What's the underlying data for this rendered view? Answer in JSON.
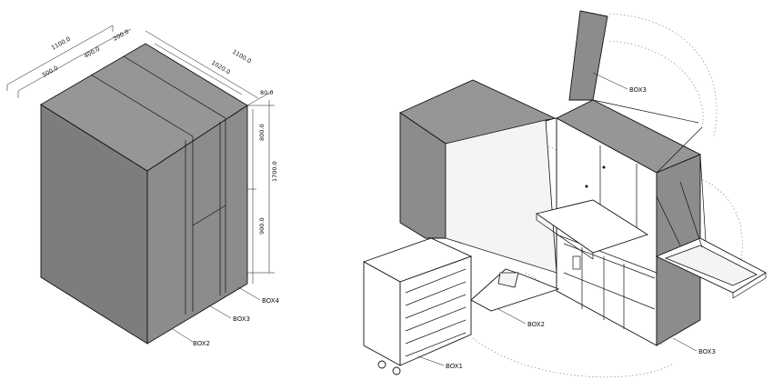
{
  "dimensions": {
    "d_1100_left": "1100.0",
    "d_400": "400.0",
    "d_200": "200.0",
    "d_500": "500.0",
    "d_1020": "1020.0",
    "d_1100_right": "1100.0",
    "d_80": "80.0",
    "d_800": "800.0",
    "d_1700": "1700.0",
    "d_900": "900.0"
  },
  "labels": {
    "closed_box2": "BOX2",
    "closed_box3": "BOX3",
    "closed_box4": "BOX4",
    "open_box1": "BOX1",
    "open_box2": "BOX2",
    "open_box3_top": "BOX3",
    "open_box3_bottom": "BOX3"
  },
  "colors": {
    "panel_grey": "#8c8c8c",
    "line": "#111111"
  }
}
